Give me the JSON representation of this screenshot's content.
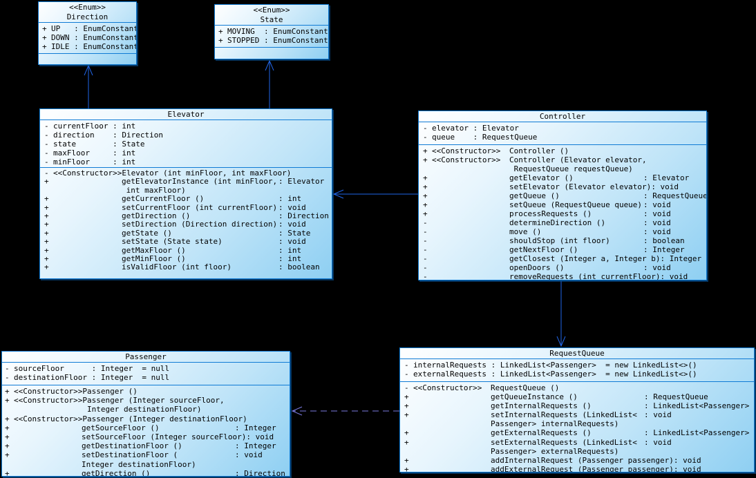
{
  "diagram": {
    "type": "uml-class-diagram",
    "background": "#000000",
    "colors": {
      "box_border": "#0e7ad4",
      "box_fill_light": "#ffffff",
      "box_fill_dark": "#8ecff2",
      "association_arrow": "#2166e8",
      "dependency_arrow": "#7b7be0",
      "text": "#000000"
    },
    "classes": [
      {
        "stereotype": "<<Enum>>",
        "name": "Direction",
        "attributes": [
          {
            "vis": "+",
            "text": "UP   : EnumConstant"
          },
          {
            "vis": "+",
            "text": "DOWN : EnumConstant"
          },
          {
            "vis": "+",
            "text": "IDLE : EnumConstant"
          }
        ],
        "methods": []
      },
      {
        "stereotype": "<<Enum>>",
        "name": "State",
        "attributes": [
          {
            "vis": "+",
            "text": "MOVING  : EnumConstant"
          },
          {
            "vis": "+",
            "text": "STOPPED : EnumConstant"
          }
        ],
        "methods": []
      },
      {
        "stereotype": "",
        "name": "Elevator",
        "attributes": [
          {
            "vis": "-",
            "text": "currentFloor : int"
          },
          {
            "vis": "-",
            "text": "direction    : Direction"
          },
          {
            "vis": "-",
            "text": "state        : State"
          },
          {
            "vis": "-",
            "text": "maxFloor     : int"
          },
          {
            "vis": "-",
            "text": "minFloor     : int"
          }
        ],
        "methods": [
          {
            "vis": "-",
            "stereo": "<<Constructor>>",
            "sig": "Elevator (int minFloor, int maxFloor)",
            "ret": ""
          },
          {
            "vis": "+",
            "stereo": "",
            "sig": "getElevatorInstance (int minFloor,\n int maxFloor)",
            "ret": ": Elevator"
          },
          {
            "vis": "+",
            "stereo": "",
            "sig": "getCurrentFloor ()",
            "ret": ": int"
          },
          {
            "vis": "+",
            "stereo": "",
            "sig": "setCurrentFloor (int currentFloor)",
            "ret": ": void"
          },
          {
            "vis": "+",
            "stereo": "",
            "sig": "getDirection ()",
            "ret": ": Direction"
          },
          {
            "vis": "+",
            "stereo": "",
            "sig": "setDirection (Direction direction)",
            "ret": ": void"
          },
          {
            "vis": "+",
            "stereo": "",
            "sig": "getState ()",
            "ret": ": State"
          },
          {
            "vis": "+",
            "stereo": "",
            "sig": "setState (State state)",
            "ret": ": void"
          },
          {
            "vis": "+",
            "stereo": "",
            "sig": "getMaxFloor ()",
            "ret": ": int"
          },
          {
            "vis": "+",
            "stereo": "",
            "sig": "getMinFloor ()",
            "ret": ": int"
          },
          {
            "vis": "+",
            "stereo": "",
            "sig": "isValidFloor (int floor)",
            "ret": ": boolean"
          }
        ]
      },
      {
        "stereotype": "",
        "name": "Controller",
        "attributes": [
          {
            "vis": "-",
            "text": "elevator : Elevator"
          },
          {
            "vis": "-",
            "text": "queue    : RequestQueue"
          }
        ],
        "methods": [
          {
            "vis": "+",
            "stereo": "<<Constructor>>",
            "sig": "Controller ()",
            "ret": ""
          },
          {
            "vis": "+",
            "stereo": "<<Constructor>>",
            "sig": "Controller (Elevator elevator,\n RequestQueue requestQueue)",
            "ret": ""
          },
          {
            "vis": "+",
            "stereo": "",
            "sig": "getElevator ()",
            "ret": ": Elevator"
          },
          {
            "vis": "+",
            "stereo": "",
            "sig": "setElevator (Elevator elevator)",
            "ret": ": void"
          },
          {
            "vis": "+",
            "stereo": "",
            "sig": "getQueue ()",
            "ret": ": RequestQueue"
          },
          {
            "vis": "+",
            "stereo": "",
            "sig": "setQueue (RequestQueue queue)",
            "ret": ": void"
          },
          {
            "vis": "+",
            "stereo": "",
            "sig": "processRequests ()",
            "ret": ": void"
          },
          {
            "vis": "-",
            "stereo": "",
            "sig": "determineDirection ()",
            "ret": ": void"
          },
          {
            "vis": "-",
            "stereo": "",
            "sig": "move ()",
            "ret": ": void"
          },
          {
            "vis": "-",
            "stereo": "",
            "sig": "shouldStop (int floor)",
            "ret": ": boolean"
          },
          {
            "vis": "-",
            "stereo": "",
            "sig": "getNextFloor ()",
            "ret": ": Integer"
          },
          {
            "vis": "-",
            "stereo": "",
            "sig": "getClosest (Integer a, Integer b)",
            "ret": ": Integer"
          },
          {
            "vis": "-",
            "stereo": "",
            "sig": "openDoors ()",
            "ret": ": void"
          },
          {
            "vis": "-",
            "stereo": "",
            "sig": "removeRequests (int currentFloor)",
            "ret": ": void"
          }
        ]
      },
      {
        "stereotype": "",
        "name": "Passenger",
        "attributes": [
          {
            "vis": "-",
            "text": "sourceFloor      : Integer  = null"
          },
          {
            "vis": "-",
            "text": "destinationFloor : Integer  = null"
          }
        ],
        "methods": [
          {
            "vis": "+",
            "stereo": "<<Constructor>>",
            "sig": "Passenger ()",
            "ret": ""
          },
          {
            "vis": "+",
            "stereo": "<<Constructor>>",
            "sig": "Passenger (Integer sourceFloor,\n Integer destinationFloor)",
            "ret": ""
          },
          {
            "vis": "+",
            "stereo": "<<Constructor>>",
            "sig": "Passenger (Integer destinationFloor)",
            "ret": ""
          },
          {
            "vis": "+",
            "stereo": "",
            "sig": "getSourceFloor ()",
            "ret": ": Integer"
          },
          {
            "vis": "+",
            "stereo": "",
            "sig": "setSourceFloor (Integer sourceFloor)",
            "ret": ": void"
          },
          {
            "vis": "+",
            "stereo": "",
            "sig": "getDestinationFloor ()",
            "ret": ": Integer"
          },
          {
            "vis": "+",
            "stereo": "",
            "sig": "setDestinationFloor (\nInteger destinationFloor)",
            "ret": ": void"
          },
          {
            "vis": "+",
            "stereo": "",
            "sig": "getDirection ()",
            "ret": ": Direction"
          }
        ]
      },
      {
        "stereotype": "",
        "name": "RequestQueue",
        "attributes": [
          {
            "vis": "-",
            "text": "internalRequests : LinkedList<Passenger>  = new LinkedList<>()"
          },
          {
            "vis": "-",
            "text": "externalRequests : LinkedList<Passenger>  = new LinkedList<>()"
          }
        ],
        "methods": [
          {
            "vis": "-",
            "stereo": "<<Constructor>>",
            "sig": "RequestQueue ()",
            "ret": ""
          },
          {
            "vis": "+",
            "stereo": "",
            "sig": "getQueueInstance ()",
            "ret": ": RequestQueue"
          },
          {
            "vis": "+",
            "stereo": "",
            "sig": "getInternalRequests ()",
            "ret": ": LinkedList<Passenger>"
          },
          {
            "vis": "+",
            "stereo": "",
            "sig": "setInternalRequests (LinkedList<\nPassenger> internalRequests)",
            "ret": ": void"
          },
          {
            "vis": "+",
            "stereo": "",
            "sig": "getExternalRequests ()",
            "ret": ": LinkedList<Passenger>"
          },
          {
            "vis": "+",
            "stereo": "",
            "sig": "setExternalRequests (LinkedList<\nPassenger> externalRequests)",
            "ret": ": void"
          },
          {
            "vis": "+",
            "stereo": "",
            "sig": "addInternalRequest (Passenger passenger)",
            "ret": ": void"
          },
          {
            "vis": "+",
            "stereo": "",
            "sig": "addExternalRequest (Passenger passenger)",
            "ret": ": void"
          }
        ]
      }
    ],
    "relationships": [
      {
        "from": "Elevator",
        "to": "Direction",
        "type": "association",
        "style": "solid"
      },
      {
        "from": "Elevator",
        "to": "State",
        "type": "association",
        "style": "solid"
      },
      {
        "from": "Controller",
        "to": "Elevator",
        "type": "association",
        "style": "solid"
      },
      {
        "from": "Controller",
        "to": "RequestQueue",
        "type": "association",
        "style": "solid"
      },
      {
        "from": "RequestQueue",
        "to": "Passenger",
        "type": "dependency",
        "style": "dashed"
      }
    ]
  }
}
